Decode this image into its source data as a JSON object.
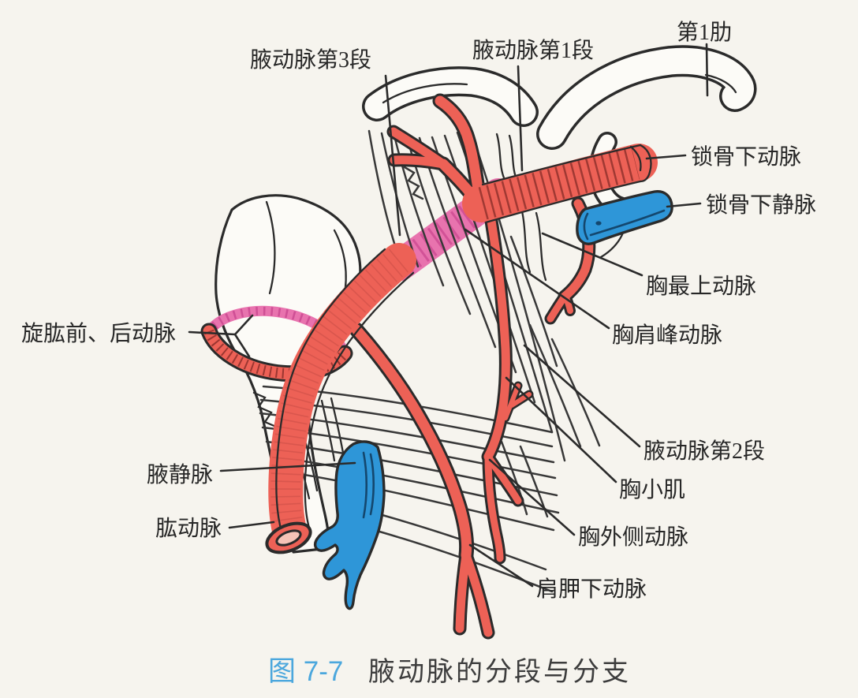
{
  "figure_caption": {
    "number": "图 7-7",
    "title": "腋动脉的分段与分支"
  },
  "labels": [
    {
      "id": "axillary-artery-segment-3",
      "text": "腋动脉第3段"
    },
    {
      "id": "axillary-artery-segment-1",
      "text": "腋动脉第1段"
    },
    {
      "id": "first-rib",
      "text": "第1肋"
    },
    {
      "id": "subclavian-artery",
      "text": "锁骨下动脉"
    },
    {
      "id": "subclavian-vein",
      "text": "锁骨下静脉"
    },
    {
      "id": "superior-thoracic-artery",
      "text": "胸最上动脉"
    },
    {
      "id": "thoracoacromial-artery",
      "text": "胸肩峰动脉"
    },
    {
      "id": "axillary-artery-segment-2",
      "text": "腋动脉第2段"
    },
    {
      "id": "pectoralis-minor",
      "text": "胸小肌"
    },
    {
      "id": "lateral-thoracic-artery",
      "text": "胸外侧动脉"
    },
    {
      "id": "subscapular-artery",
      "text": "肩胛下动脉"
    },
    {
      "id": "circumflex-humeral-arteries",
      "text": "旋肱前、后动脉"
    },
    {
      "id": "axillary-vein",
      "text": "腋静脉"
    },
    {
      "id": "brachial-artery",
      "text": "肱动脉"
    }
  ],
  "colors": {
    "background": "#f6f4ee",
    "outline": "#2b2b2b",
    "artery_red": "#ed6156",
    "artery_shade": "#c24a42",
    "hidden_segment_pink": "#e873ae",
    "pink_shade": "#cf4f95",
    "vein_blue": "#2e96d8",
    "bone_white": "#fcfbf7",
    "caption_blue": "#4ba7dd",
    "label_text": "#272727"
  }
}
